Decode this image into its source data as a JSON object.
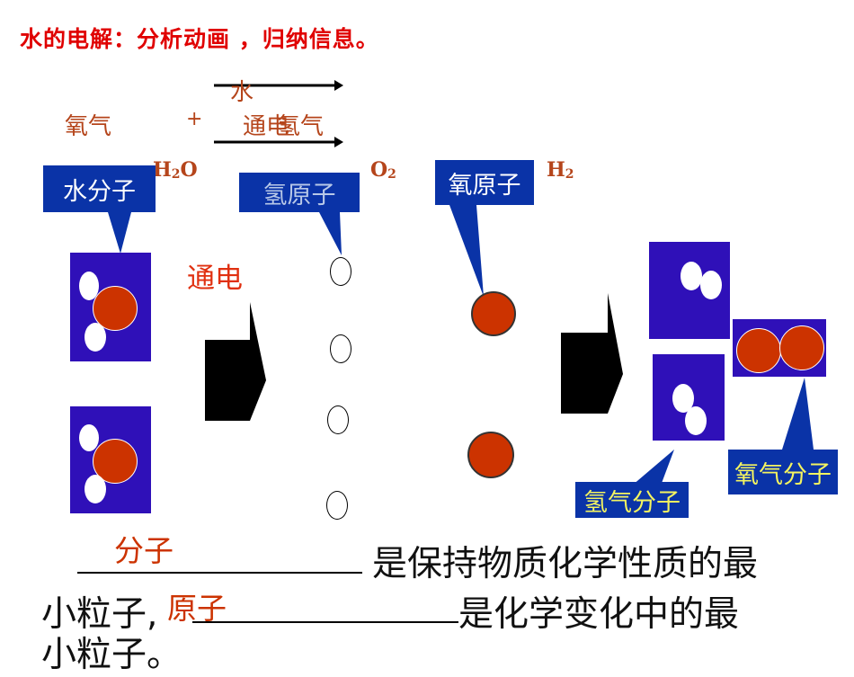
{
  "title": "水的电解：分析动画 ，归纳信息。",
  "equation": {
    "reactant_above_arrow": "水",
    "condition": "通电",
    "product1": "氧气",
    "plus": "+",
    "product2": "氢气"
  },
  "formulas": {
    "water": {
      "base": "H",
      "sub": "2",
      "tail": "O"
    },
    "oxygen": {
      "base": "O",
      "sub": "2"
    },
    "hydrogen": {
      "base": "H",
      "sub": "2"
    }
  },
  "callouts": {
    "water_molecule": "水分子",
    "hydrogen_atom": "氢原子",
    "oxygen_atom": "氧原子",
    "hydrogen_molecule": "氢气分子",
    "oxygen_molecule": "氧气分子"
  },
  "process_label": "通电",
  "conclusion": {
    "answer1": "分子",
    "line1_text": "是保持物质化学性质的最",
    "line2_prefix": "小粒子,",
    "answer2": "原子",
    "line2_text": "是化学变化中的最",
    "line3_text": "小粒子。"
  },
  "colors": {
    "title": "#e00000",
    "callout_bg": "#0a33a7",
    "molecule_panel": "#2f10b8",
    "oxygen_atom": "#cc3300",
    "equation_text": "#b5451b"
  }
}
